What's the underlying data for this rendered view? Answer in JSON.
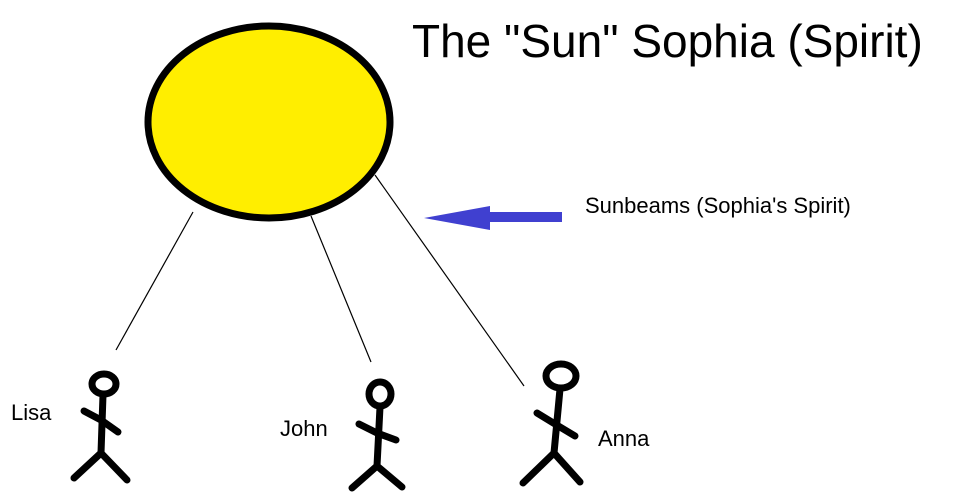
{
  "title": "The \"Sun\" Sophia (Spirit)",
  "sunbeams_label": "Sunbeams (Sophia's Spirit)",
  "people": [
    {
      "name": "Lisa"
    },
    {
      "name": "John"
    },
    {
      "name": "Anna"
    }
  ],
  "colors": {
    "sun_fill": "#FFEE00",
    "outline": "#000000",
    "arrow": "#4040D0"
  }
}
